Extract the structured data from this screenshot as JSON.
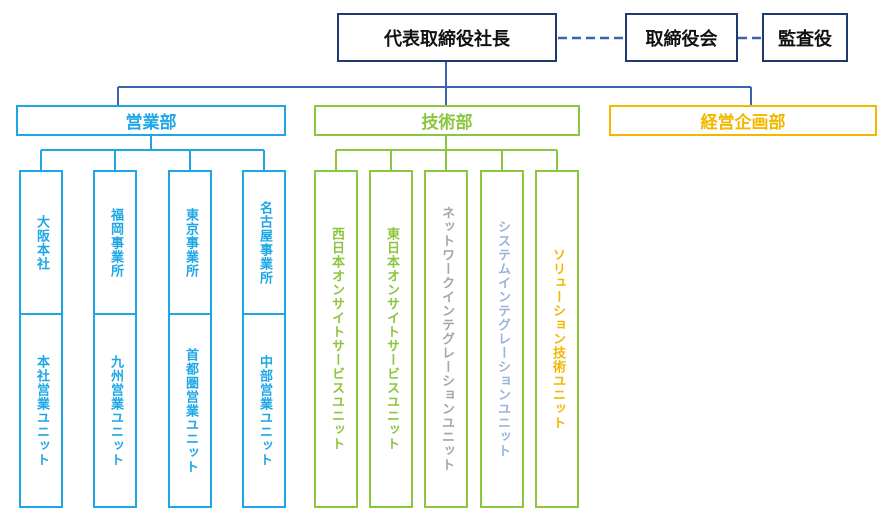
{
  "top": {
    "president": "代表取締役社長",
    "board": "取締役会",
    "auditor": "監査役"
  },
  "departments": [
    {
      "name": "営業部",
      "color": "#1ea7e6",
      "units": [
        {
          "office": "大阪本社",
          "unit": "本社営業ユニット"
        },
        {
          "office": "福岡事業所",
          "unit": "九州営業ユニット"
        },
        {
          "office": "東京事業所",
          "unit": "首都圏営業ユニット"
        },
        {
          "office": "名古屋事業所",
          "unit": "中部営業ユニット"
        }
      ]
    },
    {
      "name": "技術部",
      "color": "#8cc63f",
      "units": [
        {
          "unit": "西日本オンサイトサービスユニット",
          "text_color": "#8cc63f"
        },
        {
          "unit": "東日本オンサイトサービスユニット",
          "text_color": "#8cc63f"
        },
        {
          "unit": "ネットワークインテグレーションユニット",
          "text_color": "#a6a6a6"
        },
        {
          "unit": "システムインテグレーションユニット",
          "text_color": "#9bb4d8"
        },
        {
          "unit": "ソリューション技術ユニット",
          "text_color": "#f2b800"
        }
      ]
    },
    {
      "name": "経営企画部",
      "color": "#f2b800",
      "units": []
    }
  ],
  "colors": {
    "navy": "#1f3a70",
    "connector_blue": "#3a63ad",
    "dashed": "#3a63ad"
  }
}
